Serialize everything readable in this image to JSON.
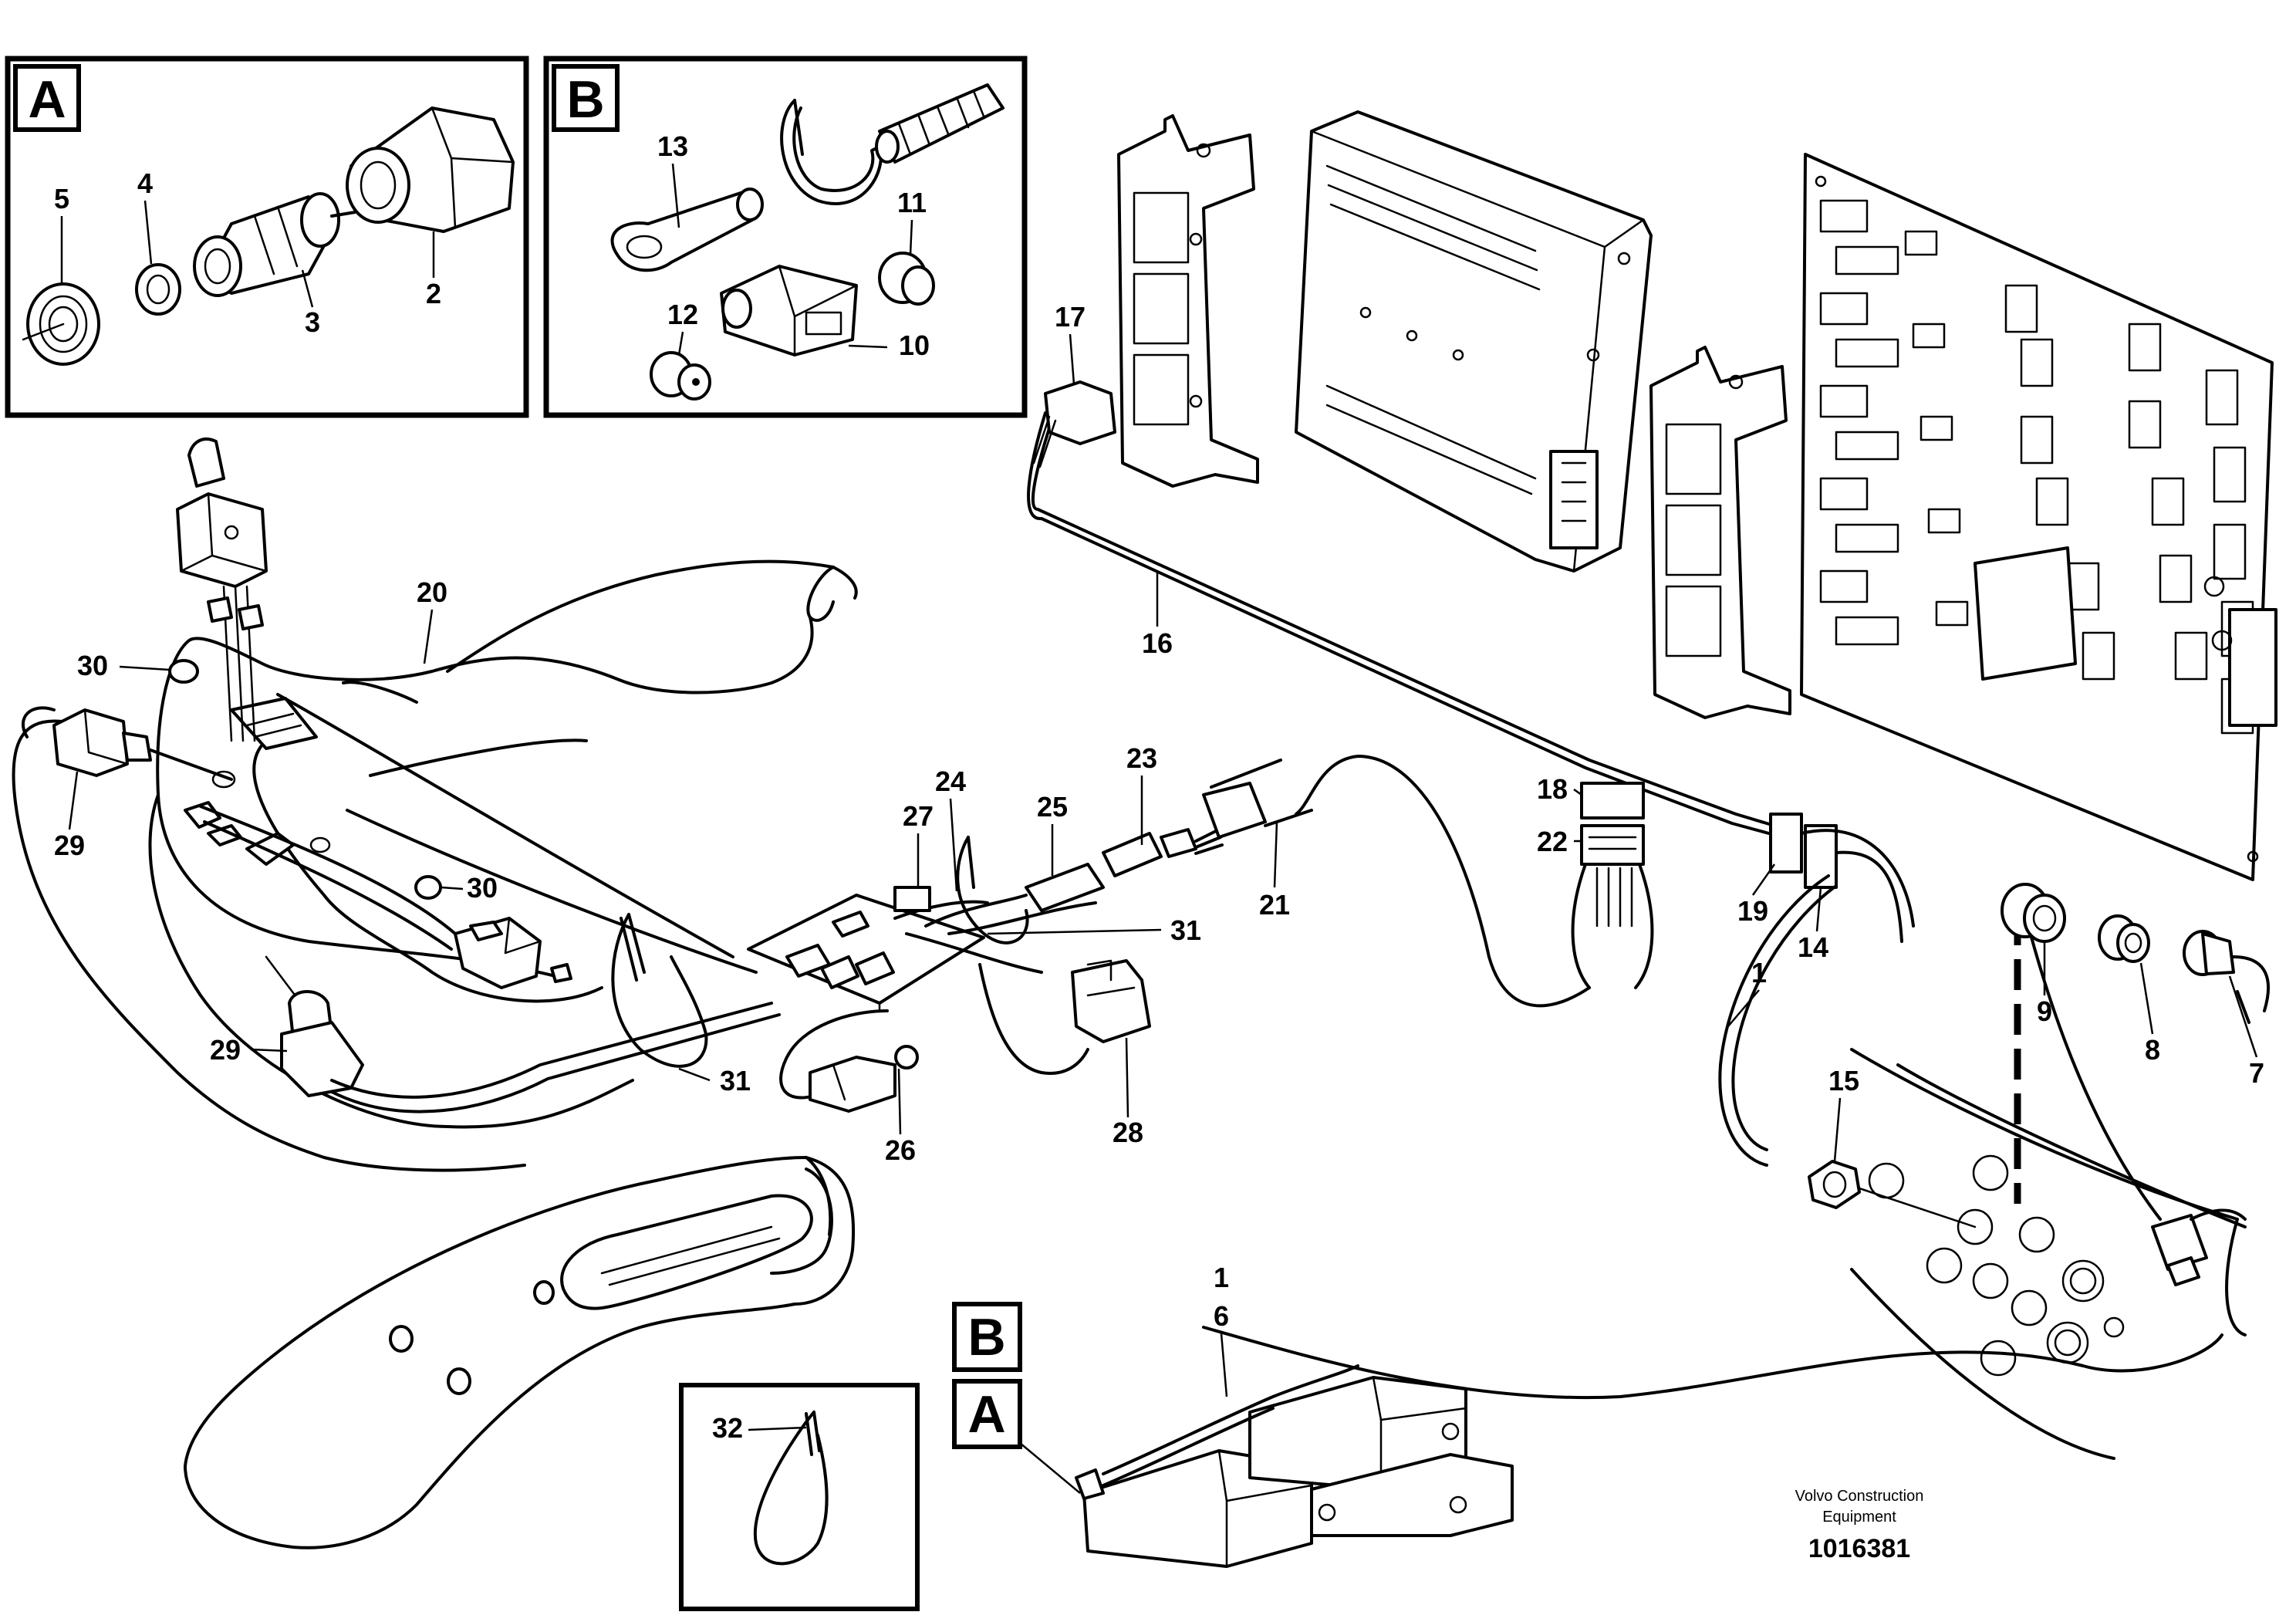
{
  "insets": {
    "a_letter": "A",
    "b_letter": "B"
  },
  "labels": {
    "n1": "1",
    "n2": "2",
    "n3": "3",
    "n4": "4",
    "n5": "5",
    "n6": "6",
    "n7": "7",
    "n8": "8",
    "n9": "9",
    "n10": "10",
    "n11": "11",
    "n12": "12",
    "n13": "13",
    "n14": "14",
    "n15": "15",
    "n16": "16",
    "n17": "17",
    "n18": "18",
    "n19": "19",
    "n20": "20",
    "n21": "21",
    "n22": "22",
    "n23": "23",
    "n24": "24",
    "n25": "25",
    "n26": "26",
    "n27": "27",
    "n28": "28",
    "n29": "29",
    "n30": "30",
    "n31": "31",
    "n32": "32"
  },
  "reference_tags": {
    "b": "B",
    "a": "A"
  },
  "credit": {
    "line1": "Volvo Construction",
    "line2": "Equipment",
    "doc_number": "1016381"
  }
}
